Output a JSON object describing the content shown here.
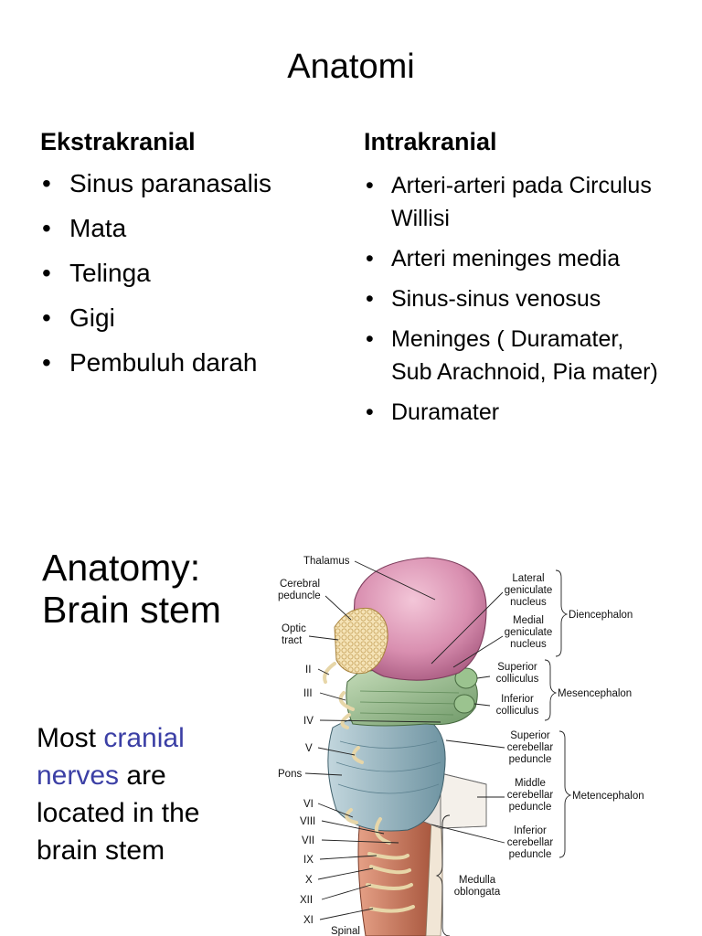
{
  "slide_title": "Anatomi",
  "left_column": {
    "heading": "Ekstrakranial",
    "items": [
      "Sinus paranasalis",
      "Mata",
      "Telinga",
      "Gigi",
      "Pembuluh darah"
    ]
  },
  "right_column": {
    "heading": "Intrakranial",
    "items": [
      "Arteri-arteri pada Circulus Willisi",
      "Arteri meninges media",
      "Sinus-sinus venosus",
      "Meninges ( Duramater, Sub Arachnoid, Pia mater)",
      "Duramater"
    ]
  },
  "anatomy_heading": {
    "line1": "Anatomy:",
    "line2": "Brain stem"
  },
  "cranial_text": {
    "part1": "Most ",
    "highlight1": "cranial",
    "highlight2": "nerves",
    "part2": " are",
    "line3": "located in the",
    "line4": "brain stem"
  },
  "figure_labels": {
    "left": {
      "thalamus": "Thalamus",
      "cerebral_peduncle_1": "Cerebral",
      "cerebral_peduncle_2": "peduncle",
      "optic_tract_1": "Optic",
      "optic_tract_2": "tract",
      "II": "II",
      "III": "III",
      "IV": "IV",
      "V": "V",
      "pons": "Pons",
      "VI": "VI",
      "VIII": "VIII",
      "VII": "VII",
      "IX": "IX",
      "X": "X",
      "XII": "XII",
      "XI": "XI",
      "spinal": "Spinal"
    },
    "right": {
      "lgn_1": "Lateral",
      "lgn_2": "geniculate",
      "lgn_3": "nucleus",
      "mgn_1": "Medial",
      "mgn_2": "geniculate",
      "mgn_3": "nucleus",
      "sup_coll_1": "Superior",
      "sup_coll_2": "colliculus",
      "inf_coll_1": "Inferior",
      "inf_coll_2": "colliculus",
      "scp_1": "Superior",
      "scp_2": "cerebellar",
      "scp_3": "peduncle",
      "mcp_1": "Middle",
      "mcp_2": "cerebellar",
      "mcp_3": "peduncle",
      "icp_1": "Inferior",
      "icp_2": "cerebellar",
      "icp_3": "peduncle",
      "medulla_1": "Medulla",
      "medulla_2": "oblongata"
    },
    "groups": {
      "diencephalon": "Diencephalon",
      "mesencephalon": "Mesencephalon",
      "metencephalon": "Metencephalon"
    }
  },
  "colors": {
    "highlight_text": "#3b3fa5",
    "thalamus": "#d98fb0",
    "midbrain": "#8fb88a",
    "pons": "#93b3bf",
    "medulla": "#c9785e"
  }
}
